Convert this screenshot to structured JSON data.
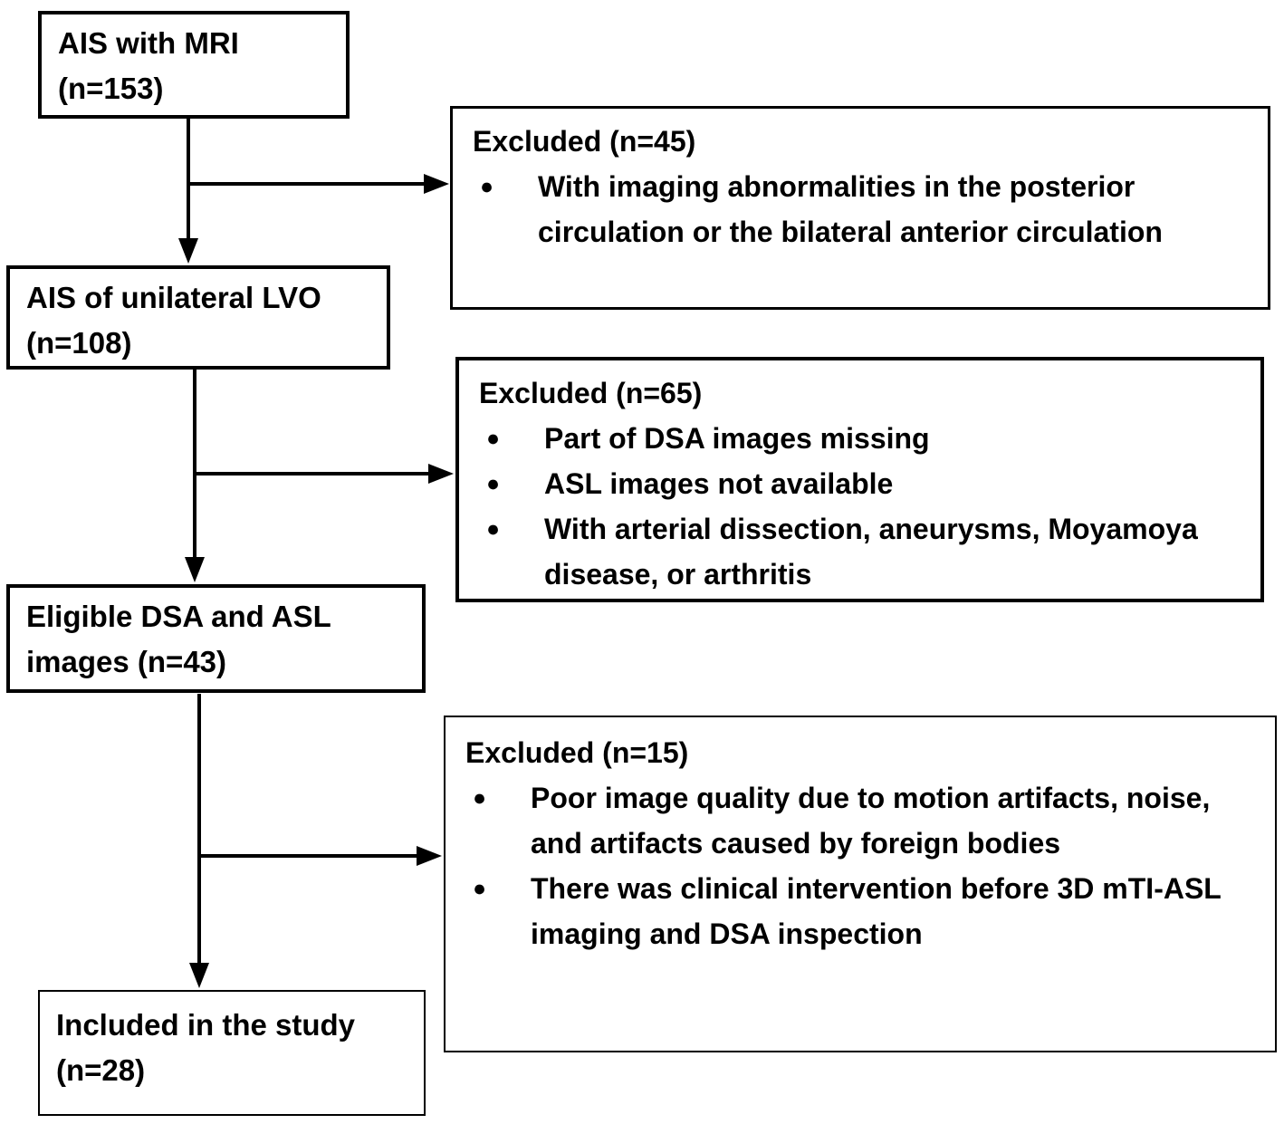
{
  "flow": {
    "bullet_glyph": "●",
    "nodes": [
      {
        "label": "AIS with MRI (n=153)"
      },
      {
        "label": "AIS of unilateral LVO (n=108)"
      },
      {
        "label": "Eligible DSA and ASL images (n=43)"
      },
      {
        "label": "Included in the study (n=28)"
      }
    ],
    "exclusions": [
      {
        "title": "Excluded (n=45)",
        "items": [
          "With imaging abnormalities in the posterior circulation or the bilateral anterior circulation"
        ]
      },
      {
        "title": "Excluded (n=65)",
        "items": [
          "Part of DSA images missing",
          "ASL images not available",
          "With arterial dissection, aneurysms, Moyamoya disease, or arthritis"
        ]
      },
      {
        "title": "Excluded (n=15)",
        "items": [
          "Poor image quality due to motion artifacts, noise, and artifacts caused by foreign bodies",
          "There was clinical intervention before 3D mTI-ASL imaging and DSA inspection"
        ]
      }
    ]
  }
}
